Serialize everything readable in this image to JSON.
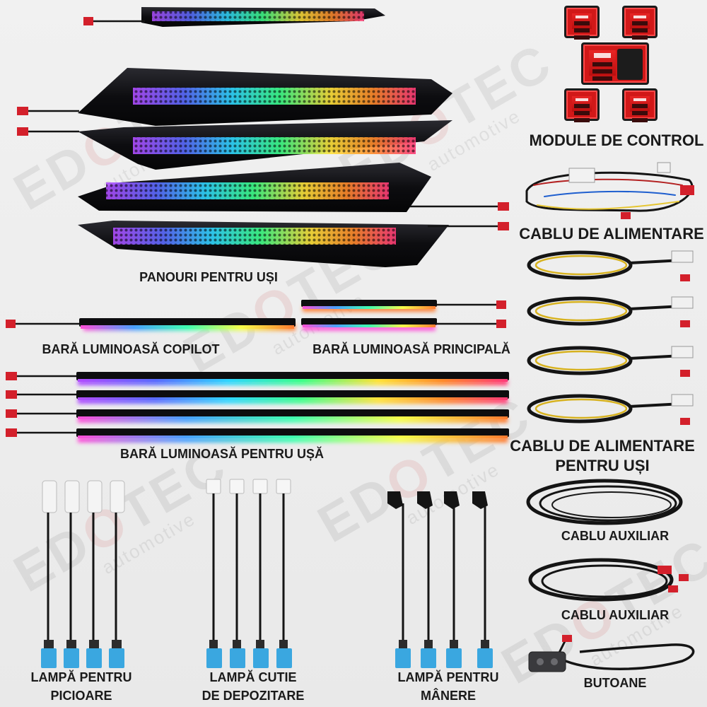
{
  "labels": {
    "control_modules": "MODULE DE CONTROL",
    "power_cable": "CABLU DE ALIMENTARE",
    "door_panels": "PANOURI PENTRU UȘI",
    "copilot_bar": "BARĂ LUMINOASĂ COPILOT",
    "main_bar": "BARĂ LUMINOASĂ PRINCIPALĂ",
    "door_bar": "BARĂ LUMINOASĂ PENTRU UȘĂ",
    "door_power_cable_1": "CABLU DE ALIMENTARE",
    "door_power_cable_2": "PENTRU UȘI",
    "aux_cable_1": "CABLU AUXILIAR",
    "aux_cable_2": "CABLU AUXILIAR",
    "buttons": "BUTOANE",
    "foot_lamp_1": "LAMPĂ PENTRU",
    "foot_lamp_2": "PICIOARE",
    "storage_lamp_1": "LAMPĂ CUTIE",
    "storage_lamp_2": "DE DEPOZITARE",
    "handle_lamp_1": "LAMPĂ PENTRU",
    "handle_lamp_2": "MÂNERE"
  },
  "watermark": {
    "brand_prefix": "ED",
    "brand_o": "O",
    "brand_suffix": "TEC",
    "sub": "automotive"
  },
  "colors": {
    "connector_red": "#d3202b",
    "connector_blue": "#3aa7e0",
    "wire_black": "#141414",
    "panel_black": "#0d0d10",
    "rgb_spectrum": [
      "#b14cff",
      "#5a6bff",
      "#2fd6ff",
      "#3dff8a",
      "#ffe23a",
      "#ff8a2b",
      "#ff3a7a"
    ]
  },
  "icons": [
    "red-connector-icon",
    "blue-connector-icon",
    "rgb-led-strip-icon",
    "coiled-cable-icon",
    "button-switch-icon"
  ]
}
